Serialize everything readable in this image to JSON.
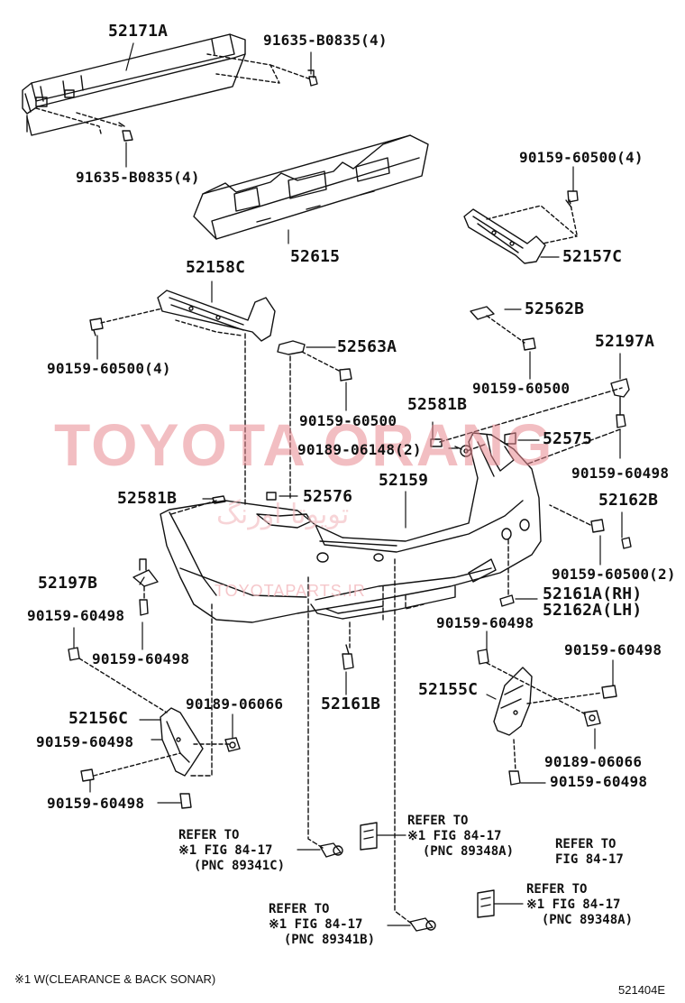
{
  "watermark": {
    "main": "TOYOTA ORANG",
    "arabic": "تويوتا اورنگ",
    "url": "TOYOTAPARTS.IR"
  },
  "parts": {
    "p52171A": "52171A",
    "p91635_top": "91635-B0835(4)",
    "p91635_left": "91635-B0835(4)",
    "p52615": "52615",
    "p90159_60500_4_top": "90159-60500(4)",
    "p52157C": "52157C",
    "p52158C": "52158C",
    "p90159_60500_4_left": "90159-60500(4)",
    "p52562B": "52562B",
    "p52563A": "52563A",
    "p90159_60500_mid": "90159-60500",
    "p90159_60500_right": "90159-60500",
    "p52197A": "52197A",
    "p52581B_top": "52581B",
    "p90189_06148": "90189-06148(2)",
    "p52575": "52575",
    "p90159_60498_r1": "90159-60498",
    "p52581B_left": "52581B",
    "p52576": "52576",
    "p52159": "52159",
    "p52162B": "52162B",
    "p90159_60500_2": "90159-60500(2)",
    "p52197B": "52197B",
    "p52161A": "52161A(RH)",
    "p52162A": "52162A(LH)",
    "p90159_60498_l1": "90159-60498",
    "p90159_60498_c": "90159-60498",
    "p90159_60498_l2": "90159-60498",
    "p90159_60498_r2": "90159-60498",
    "p52155C": "52155C",
    "p52161B": "52161B",
    "p90189_06066_l": "90189-06066",
    "p52156C": "52156C",
    "p90159_60498_l3": "90159-60498",
    "p90189_06066_r": "90189-06066",
    "p90159_60498_l4": "90159-60498",
    "p90159_60498_r3": "90159-60498"
  },
  "refs": {
    "r1": "REFER TO\n※1 FIG 84-17\n  (PNC 89341C)",
    "r2": "REFER TO\n※1 FIG 84-17\n  (PNC 89348A)",
    "r3": "REFER TO\nFIG 84-17",
    "r4": "REFER TO\n※1 FIG 84-17\n  (PNC 89348A)",
    "r5": "REFER TO\n※1 FIG 84-17\n  (PNC 89341B)"
  },
  "footnote": "※1 W(CLEARANCE & BACK SONAR)",
  "figure_code": "521404E"
}
